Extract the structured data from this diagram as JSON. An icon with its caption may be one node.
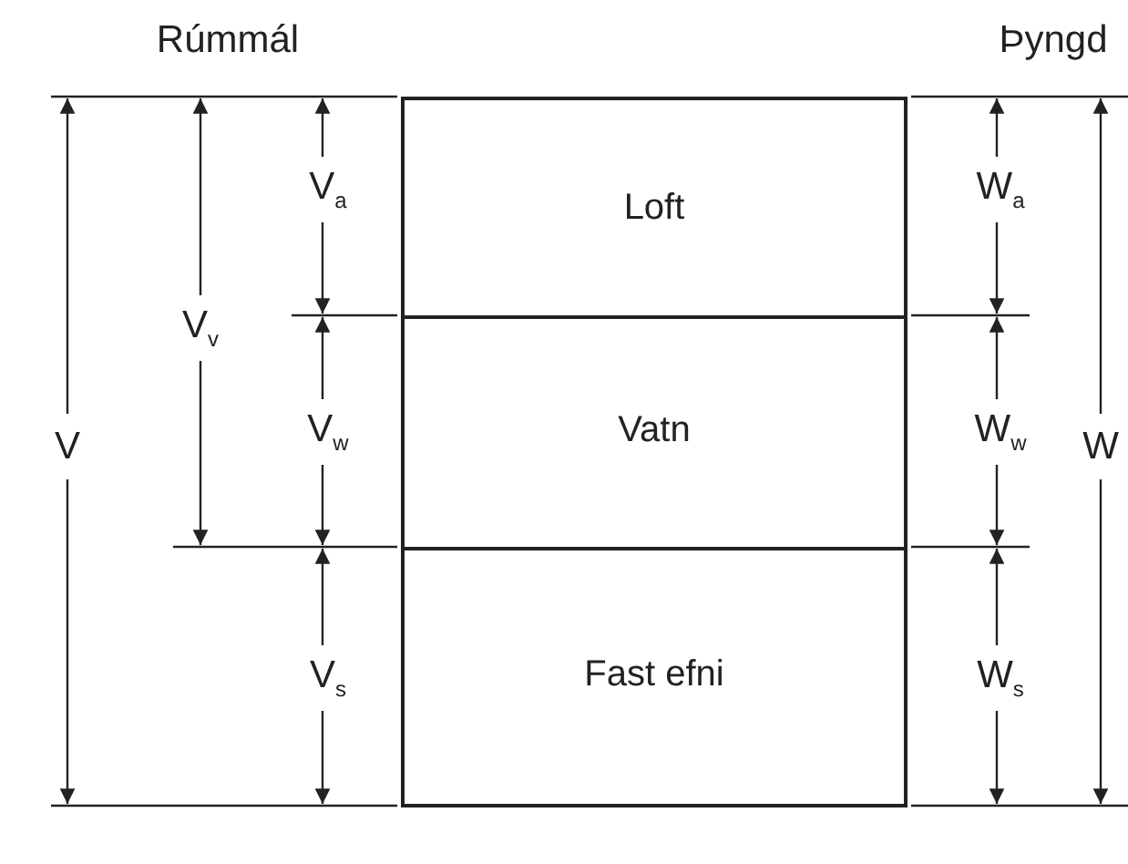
{
  "diagram": {
    "nodes": [
      {
        "text": [
          "Loft"
        ]
      },
      {
        "text": [
          "Vatn"
        ]
      },
      {
        "text": [
          "Fast efni"
        ]
      }
    ],
    "labels": [
      "Rúmmál",
      "Þyngd",
      "V$_{a}$",
      "W$_{a}$",
      "V$_{v}$",
      "V",
      "V$_{w}$",
      "W$_{w}$",
      "W",
      "V$_{s}$",
      "W$_{s}$"
    ]
  }
}
